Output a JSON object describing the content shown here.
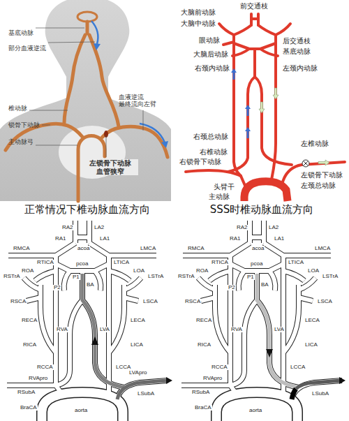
{
  "diagram": {
    "labels": [
      "基底动脉",
      "部分血液逆流",
      "椎动脉",
      "血液逆流 最终流向左臂",
      "锁骨下动脉",
      "主动脉弓",
      "左锁骨下动脉 血管狭窄",
      "前交通枝",
      "大脑前动脉",
      "大脑中动脉",
      "眼动脉",
      "后交通枝",
      "大脑后动脉",
      "基底动脉",
      "右颈内动脉",
      "左颈内动脉",
      "右颈总动脉",
      "左椎动脉",
      "右椎动脉",
      "右锁骨下动脉",
      "左锁骨下动脉",
      "头臂干",
      "左颈总动脉",
      "主动脉",
      "正常情况下椎动脉血流方向",
      "SSS时椎动脉血流方向",
      "RA2",
      "LA2",
      "acoa",
      "RA1",
      "LA1",
      "RMCA",
      "LMCA",
      "RTICA",
      "LTICA",
      "P1",
      "pcoa",
      "ROA",
      "LOA",
      "RSTrA",
      "LSTrA",
      "RSCA",
      "LSCA",
      "P2",
      "BA",
      "RECA",
      "LECA",
      "RVA",
      "LVA",
      "RICA",
      "LICA",
      "RCCA",
      "LCCA",
      "RVApro",
      "LVApro",
      "RSubA",
      "BraCA",
      "aorta",
      "LSubA",
      "RA2",
      "LA2",
      "acoa",
      "RA1",
      "LA1",
      "RMCA",
      "LMCA",
      "RTICA",
      "LTICA",
      "P1",
      "pcoa",
      "ROA",
      "LOA",
      "RSTrA",
      "LSTrA",
      "RSCA",
      "LSCA",
      "P2",
      "BA",
      "RECA",
      "LECA",
      "RVA",
      "LVA",
      "RICA",
      "LICA",
      "RCCA",
      "LCCA",
      "RVApro",
      "RSubA",
      "BraCA",
      "aorta",
      "LSubA"
    ]
  }
}
